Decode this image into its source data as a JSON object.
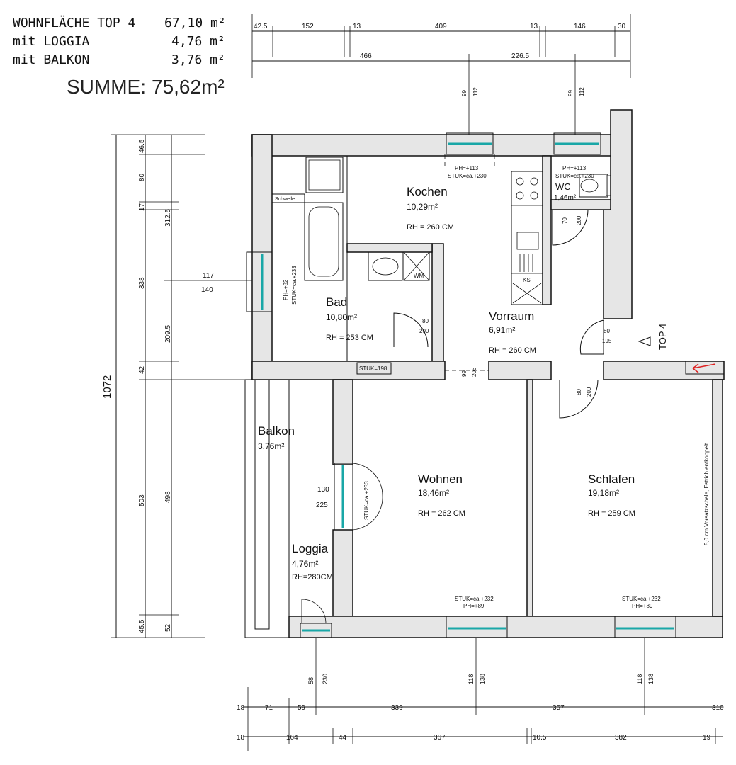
{
  "header": {
    "rows": [
      {
        "label": "WOHNFLÄCHE TOP 4",
        "value": "67,10 m²"
      },
      {
        "label": "mit LOGGIA",
        "value": "4,76 m²"
      },
      {
        "label": "mit BALKON",
        "value": "3,76 m²"
      }
    ],
    "sum_label": "SUMME:",
    "sum_value": "75,62m²"
  },
  "rooms": {
    "kochen": {
      "name": "Kochen",
      "area": "10,29m²",
      "rh": "RH = 260 CM"
    },
    "bad": {
      "name": "Bad",
      "area": "10,80m²",
      "rh": "RH = 253 CM"
    },
    "wc": {
      "name": "WC",
      "area": "1,46m²"
    },
    "vorraum": {
      "name": "Vorraum",
      "area": "6,91m²",
      "rh": "RH = 260 CM"
    },
    "balkon": {
      "name": "Balkon",
      "area": "3,76m²"
    },
    "loggia": {
      "name": "Loggia",
      "area": "4,76m²",
      "rh": "RH=280CM"
    },
    "wohnen": {
      "name": "Wohnen",
      "area": "18,46m²",
      "rh": "RH = 262 CM"
    },
    "schlafen": {
      "name": "Schlafen",
      "area": "19,18m²",
      "rh": "RH = 259 CM"
    }
  },
  "unit_label": "TOP 4",
  "labels": {
    "schwelle": "Schwelle",
    "stuk_198": "STUK=198",
    "ks": "KS",
    "wm": "WM",
    "wall_note": "5,0 cm Vorsatzschale, Estrich entkoppelt"
  },
  "windows": {
    "kitchen": {
      "ph": "PH=+113",
      "stuk": "STUK=ca.+230",
      "d1": "99",
      "d2": "112"
    },
    "wc": {
      "ph": "PH=+113",
      "stuk": "STUK=ca.+230",
      "d1": "99",
      "d2": "112"
    },
    "bad": {
      "ph": "PH=+82",
      "stuk": "STUK=ca.+233",
      "d1": "117",
      "d2": "140"
    },
    "loggia_door": {
      "stuk": "STUK=ca.+233",
      "d1": "130",
      "d2": "225"
    },
    "wohnen": {
      "stuk": "STUK=ca.+232",
      "ph": "PH=+89",
      "d1": "118",
      "d2": "138"
    },
    "schlafen": {
      "stuk": "STUK=ca.+232",
      "ph": "PH=+89",
      "d1": "118",
      "d2": "138"
    },
    "loggia_win": {
      "d1": "58",
      "d2": "230"
    }
  },
  "doors": {
    "bad": {
      "w": "80",
      "h": "200"
    },
    "wc": {
      "w": "70",
      "h": "200"
    },
    "entry": {
      "w": "80",
      "h": "195"
    },
    "passage": {
      "w": "99",
      "h": "206"
    },
    "schlafen": {
      "w": "80",
      "h": "200"
    }
  },
  "dims": {
    "top_row1": [
      "42.5",
      "152",
      "13",
      "409",
      "13",
      "146",
      "30"
    ],
    "top_row2": [
      "466",
      "226.5"
    ],
    "left_row1": [
      "46.5",
      "80",
      "17",
      "338",
      "42",
      "503",
      "45.5"
    ],
    "left_row2": [
      "312.5",
      "209.5",
      "498",
      "52"
    ],
    "left_total": "1072",
    "bottom_row1": [
      "18",
      "71",
      "59",
      "339",
      "357",
      "310"
    ],
    "bottom_row2": [
      "18",
      "164",
      "44",
      "367",
      "10.5",
      "382",
      "19"
    ]
  }
}
